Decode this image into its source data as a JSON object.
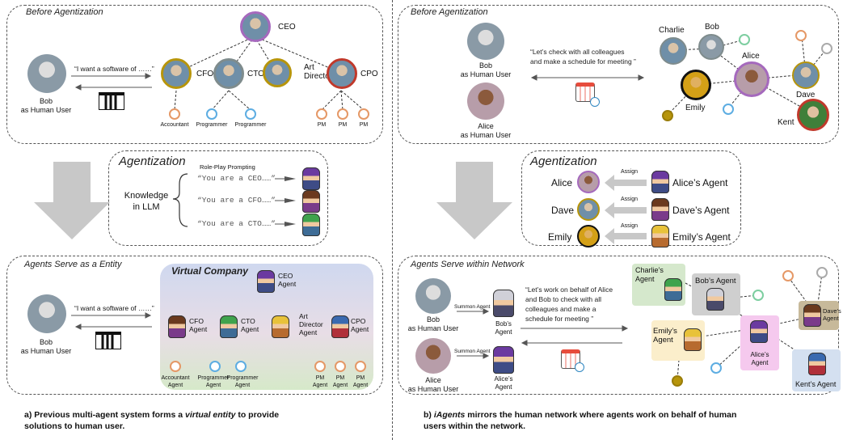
{
  "left": {
    "before": {
      "title": "Before Agentization",
      "user_speech": "“I want a software of ……”",
      "user_label": "Bob",
      "user_sub": "as Human User",
      "roles": {
        "ceo": "CEO",
        "cfo": "CFO",
        "cto": "CTO",
        "art": "Art\nDirector",
        "cpo": "CPO"
      },
      "workers": [
        "Accountant",
        "Programmer",
        "Programmer",
        "PM",
        "PM",
        "PM"
      ]
    },
    "agentization": {
      "title": "Agentization",
      "header": "Role-Play  Prompting",
      "knowledge": "Knowledge\nin LLM",
      "prompts": [
        "“You are a CEO……”",
        "“You are a CFO……”",
        "“You are a CTO……”"
      ]
    },
    "serve": {
      "title": "Agents Serve as a Entity",
      "company": "Virtual Company",
      "user_speech": "“I want a software of ……”",
      "user_label": "Bob",
      "user_sub": "as Human User",
      "agents": {
        "ceo": "CEO\nAgent",
        "cfo": "CFO\nAgent",
        "cto": "CTO\nAgent",
        "art": "Art\nDirector\nAgent",
        "cpo": "CPO\nAgent"
      },
      "workers": [
        "Accountant\nAgent",
        "Programmer\nAgent",
        "Programmer\nAgent",
        "PM\nAgent",
        "PM\nAgent",
        "PM\nAgent"
      ]
    },
    "caption_a": "a) Previous multi-agent system forms a ",
    "caption_b": "virtual entity",
    "caption_c": " to provide",
    "caption_d": "solutions  to human user."
  },
  "right": {
    "before": {
      "title": "Before Agentization",
      "speech": "“Let’s check with all colleagues\nand make a schedule for meeting ”",
      "bob": "Bob\nas Human User",
      "alice": "Alice\nas Human User",
      "names": {
        "charlie": "Charlie",
        "bob": "Bob",
        "alice": "Alice",
        "emily": "Emily",
        "dave": "Dave",
        "kent": "Kent"
      }
    },
    "agentization": {
      "title": "Agentization",
      "rows": [
        {
          "name": "Alice",
          "assign": "Assign",
          "agent": "Alice’s Agent"
        },
        {
          "name": "Dave",
          "assign": "Assign",
          "agent": "Dave’s Agent"
        },
        {
          "name": "Emily",
          "assign": "Assign",
          "agent": "Emily’s Agent"
        }
      ]
    },
    "serve": {
      "title": "Agents Serve within Network",
      "speech": "“Let’s work on behalf of Alice\nand Bob to check with all\ncolleagues and make a\nschedule for meeting ”",
      "summon": "Summon Agent",
      "bob": "Bob\nas Human User",
      "alice": "Alice\nas Human User",
      "bob_agent": "Bob’s\nAgent",
      "alice_agent": "Alice’s\nAgent",
      "net": {
        "charlie": "Charlie’s\nAgent",
        "bob": "Bob’s Agent",
        "emily": "Emily’s\nAgent",
        "alice": "Alice’s\nAgent",
        "dave": "Dave’s\nAgent",
        "kent": "Kent’s Agent"
      }
    },
    "caption_a": "b) ",
    "caption_b": "iAgents",
    "caption_c": " mirrors the human network where agents work on behalf of human",
    "caption_d": "users within the network."
  },
  "colors": {
    "purple": "#a569bd",
    "orange": "#e59866",
    "blue": "#5dade2",
    "green": "#7dcea0",
    "brown": "#b7950b",
    "red": "#c0392b",
    "gray": "#bbbbbb"
  }
}
